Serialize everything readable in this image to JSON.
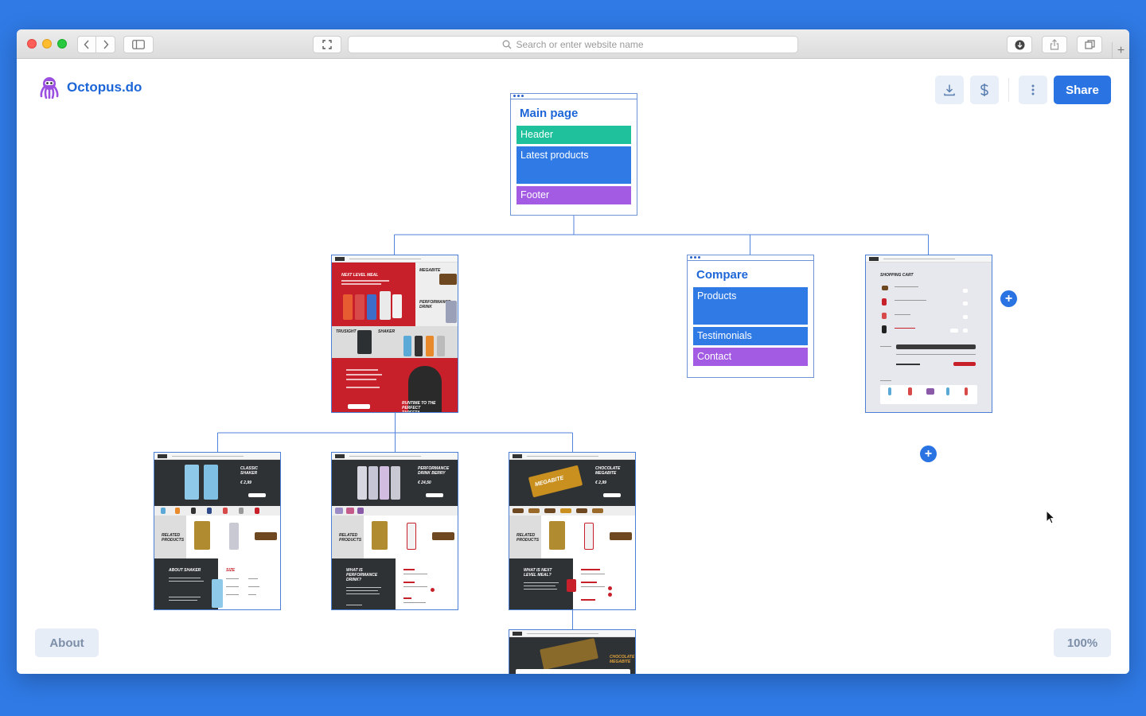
{
  "browser": {
    "address_placeholder": "Search or enter website name",
    "icons": [
      "back-icon",
      "forward-icon",
      "sidebar-icon",
      "fullscreen-icon",
      "search-icon",
      "download-icon",
      "share-icon",
      "tabs-icon",
      "new-tab-icon"
    ]
  },
  "app": {
    "name": "Octopus.do",
    "share_label": "Share",
    "about_label": "About",
    "zoom_label": "100%",
    "toolbar_icons": [
      "download-icon",
      "dollar-icon",
      "more-vertical-icon"
    ],
    "brand_color": "#2a73e2"
  },
  "sitemap": {
    "main_page": {
      "title": "Main page",
      "blocks": [
        "Header",
        "Latest products",
        "Footer"
      ]
    },
    "compare": {
      "title": "Compare",
      "blocks": [
        "Products",
        "Testimonials",
        "Contact"
      ]
    },
    "block_colors": {
      "green": "#1ec19c",
      "blue": "#2f7ae5",
      "purple": "#a45be3"
    },
    "thumbnails": {
      "home": {
        "hero": "NEXT LEVEL MEAL",
        "side_1": "MEGABITE",
        "side_2": "PERFORMANCE DRINK",
        "mid_1": "TRUSIGHT",
        "mid_2": "SHAKER",
        "promo": "RUNTIME TO THE PERFECT TAPEETA"
      },
      "cart": {
        "heading": "SHOPPING CART"
      },
      "shaker": {
        "title": "CLASSIC SHAKER",
        "price": "€ 2,99",
        "related": "RELATED PRODUCTS",
        "about": "ABOUT SHAKER",
        "size": "SIZE"
      },
      "drink": {
        "title": "PERFORMANCE DRINK BERRY",
        "price": "€ 24,50",
        "related": "RELATED PRODUCTS",
        "about": "WHAT IS PERFORMANCE DRINK?"
      },
      "megabite": {
        "title": "CHOCOLATE MEGABITE",
        "price": "€ 2,99",
        "related": "RELATED PRODUCTS",
        "about": "WHAT IS NEXT LEVEL MEAL?",
        "bar": "MEGABITE"
      },
      "bottom": {
        "title": "CHOCOLATE MEGABITE"
      }
    }
  }
}
